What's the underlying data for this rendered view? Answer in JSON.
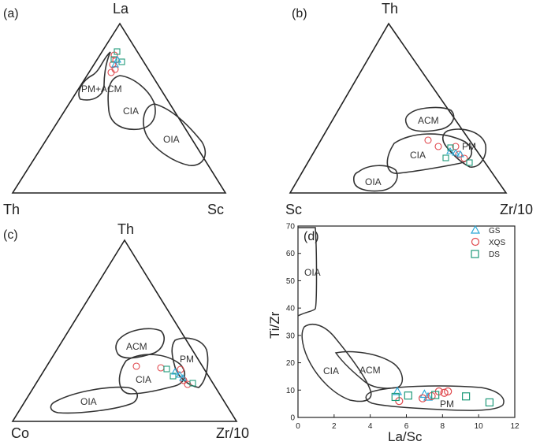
{
  "panels": {
    "a": {
      "label": "(a)",
      "top": "La",
      "left": "Th",
      "right": "Sc"
    },
    "b": {
      "label": "(b)",
      "top": "Th",
      "left": "Sc",
      "right": "Zr/10"
    },
    "c": {
      "label": "(c)",
      "top": "Th",
      "left": "Co",
      "right": "Zr/10"
    },
    "d": {
      "label": "(d)",
      "xlabel": "La/Sc",
      "ylabel": "Ti/Zr"
    }
  },
  "fields": {
    "a": [
      "PM+ACM",
      "CIA",
      "OIA"
    ],
    "b": [
      "ACM",
      "CIA",
      "PM",
      "OIA"
    ],
    "c": [
      "ACM",
      "PM",
      "CIA",
      "OIA"
    ],
    "d": [
      "OIA",
      "CIA",
      "ACM",
      "PM"
    ]
  },
  "legend": [
    {
      "name": "GS",
      "marker": "triangle",
      "color": "#2aa7d6"
    },
    {
      "name": "XQS",
      "marker": "circle",
      "color": "#e0474c"
    },
    {
      "name": "DS",
      "marker": "square",
      "color": "#1f9a7a"
    }
  ],
  "chart_data": {
    "type": "scatter",
    "xlabel": "La/Sc",
    "ylabel": "Ti/Zr",
    "xlim": [
      0,
      12
    ],
    "ylim": [
      0,
      70
    ],
    "xticks": [
      "0",
      "2",
      "4",
      "6",
      "8",
      "10",
      "12"
    ],
    "yticks": [
      "0",
      "10",
      "20",
      "30",
      "40",
      "50",
      "60",
      "70"
    ],
    "legend_position": "top-right",
    "series": [
      {
        "name": "GS",
        "points": [
          [
            5.5,
            9.5
          ],
          [
            7.0,
            8.5
          ],
          [
            7.2,
            7.5
          ]
        ]
      },
      {
        "name": "XQS",
        "points": [
          [
            5.6,
            6.0
          ],
          [
            6.9,
            7.0
          ],
          [
            7.4,
            7.8
          ],
          [
            7.8,
            9.5
          ],
          [
            8.1,
            9.0
          ],
          [
            8.3,
            9.5
          ]
        ]
      },
      {
        "name": "DS",
        "points": [
          [
            5.4,
            7.5
          ],
          [
            6.1,
            8.0
          ],
          [
            7.6,
            8.2
          ],
          [
            9.3,
            7.7
          ],
          [
            10.6,
            5.5
          ]
        ]
      }
    ]
  }
}
